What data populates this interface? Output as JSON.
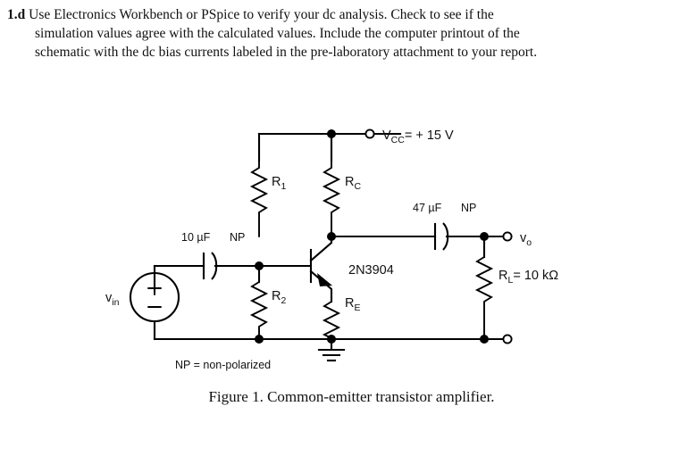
{
  "problem": {
    "number": "1.d",
    "lines": [
      "Use Electronics Workbench or PSpice to verify your dc analysis. Check to see if the",
      "simulation values agree with the calculated values.  Include the computer printout of the",
      "schematic with the dc bias currents labeled in the pre-laboratory attachment to your report."
    ]
  },
  "schematic": {
    "title": "Common-emitter transistor amplifier circuit",
    "supply": {
      "symbol": "V",
      "subscript": "CC",
      "value": "= + 15 V"
    },
    "input_source": {
      "label": "v",
      "subscript": "in",
      "plus": "+",
      "minus": "–"
    },
    "input_capacitor": {
      "value": "10 µF",
      "type": "NP"
    },
    "output_capacitor": {
      "value": "47 µF",
      "type": "NP"
    },
    "output_terminal": {
      "label": "v",
      "subscript": "o"
    },
    "transistor": {
      "part_number": "2N3904",
      "type": "npn"
    },
    "resistors": [
      {
        "id": "r1",
        "label": "R",
        "subscript": "1",
        "value": ""
      },
      {
        "id": "r2",
        "label": "R",
        "subscript": "2",
        "value": ""
      },
      {
        "id": "rc",
        "label": "R",
        "subscript": "C",
        "value": ""
      },
      {
        "id": "re",
        "label": "R",
        "subscript": "E",
        "value": ""
      },
      {
        "id": "rl",
        "label": "R",
        "subscript": "L",
        "value": "= 10 kΩ"
      }
    ],
    "note": "NP = non-polarized",
    "ground_label": ""
  },
  "caption": "Figure 1. Common-emitter transistor amplifier.",
  "colors": {
    "ink": "#111111",
    "wire": "#000000",
    "background": "#ffffff"
  }
}
